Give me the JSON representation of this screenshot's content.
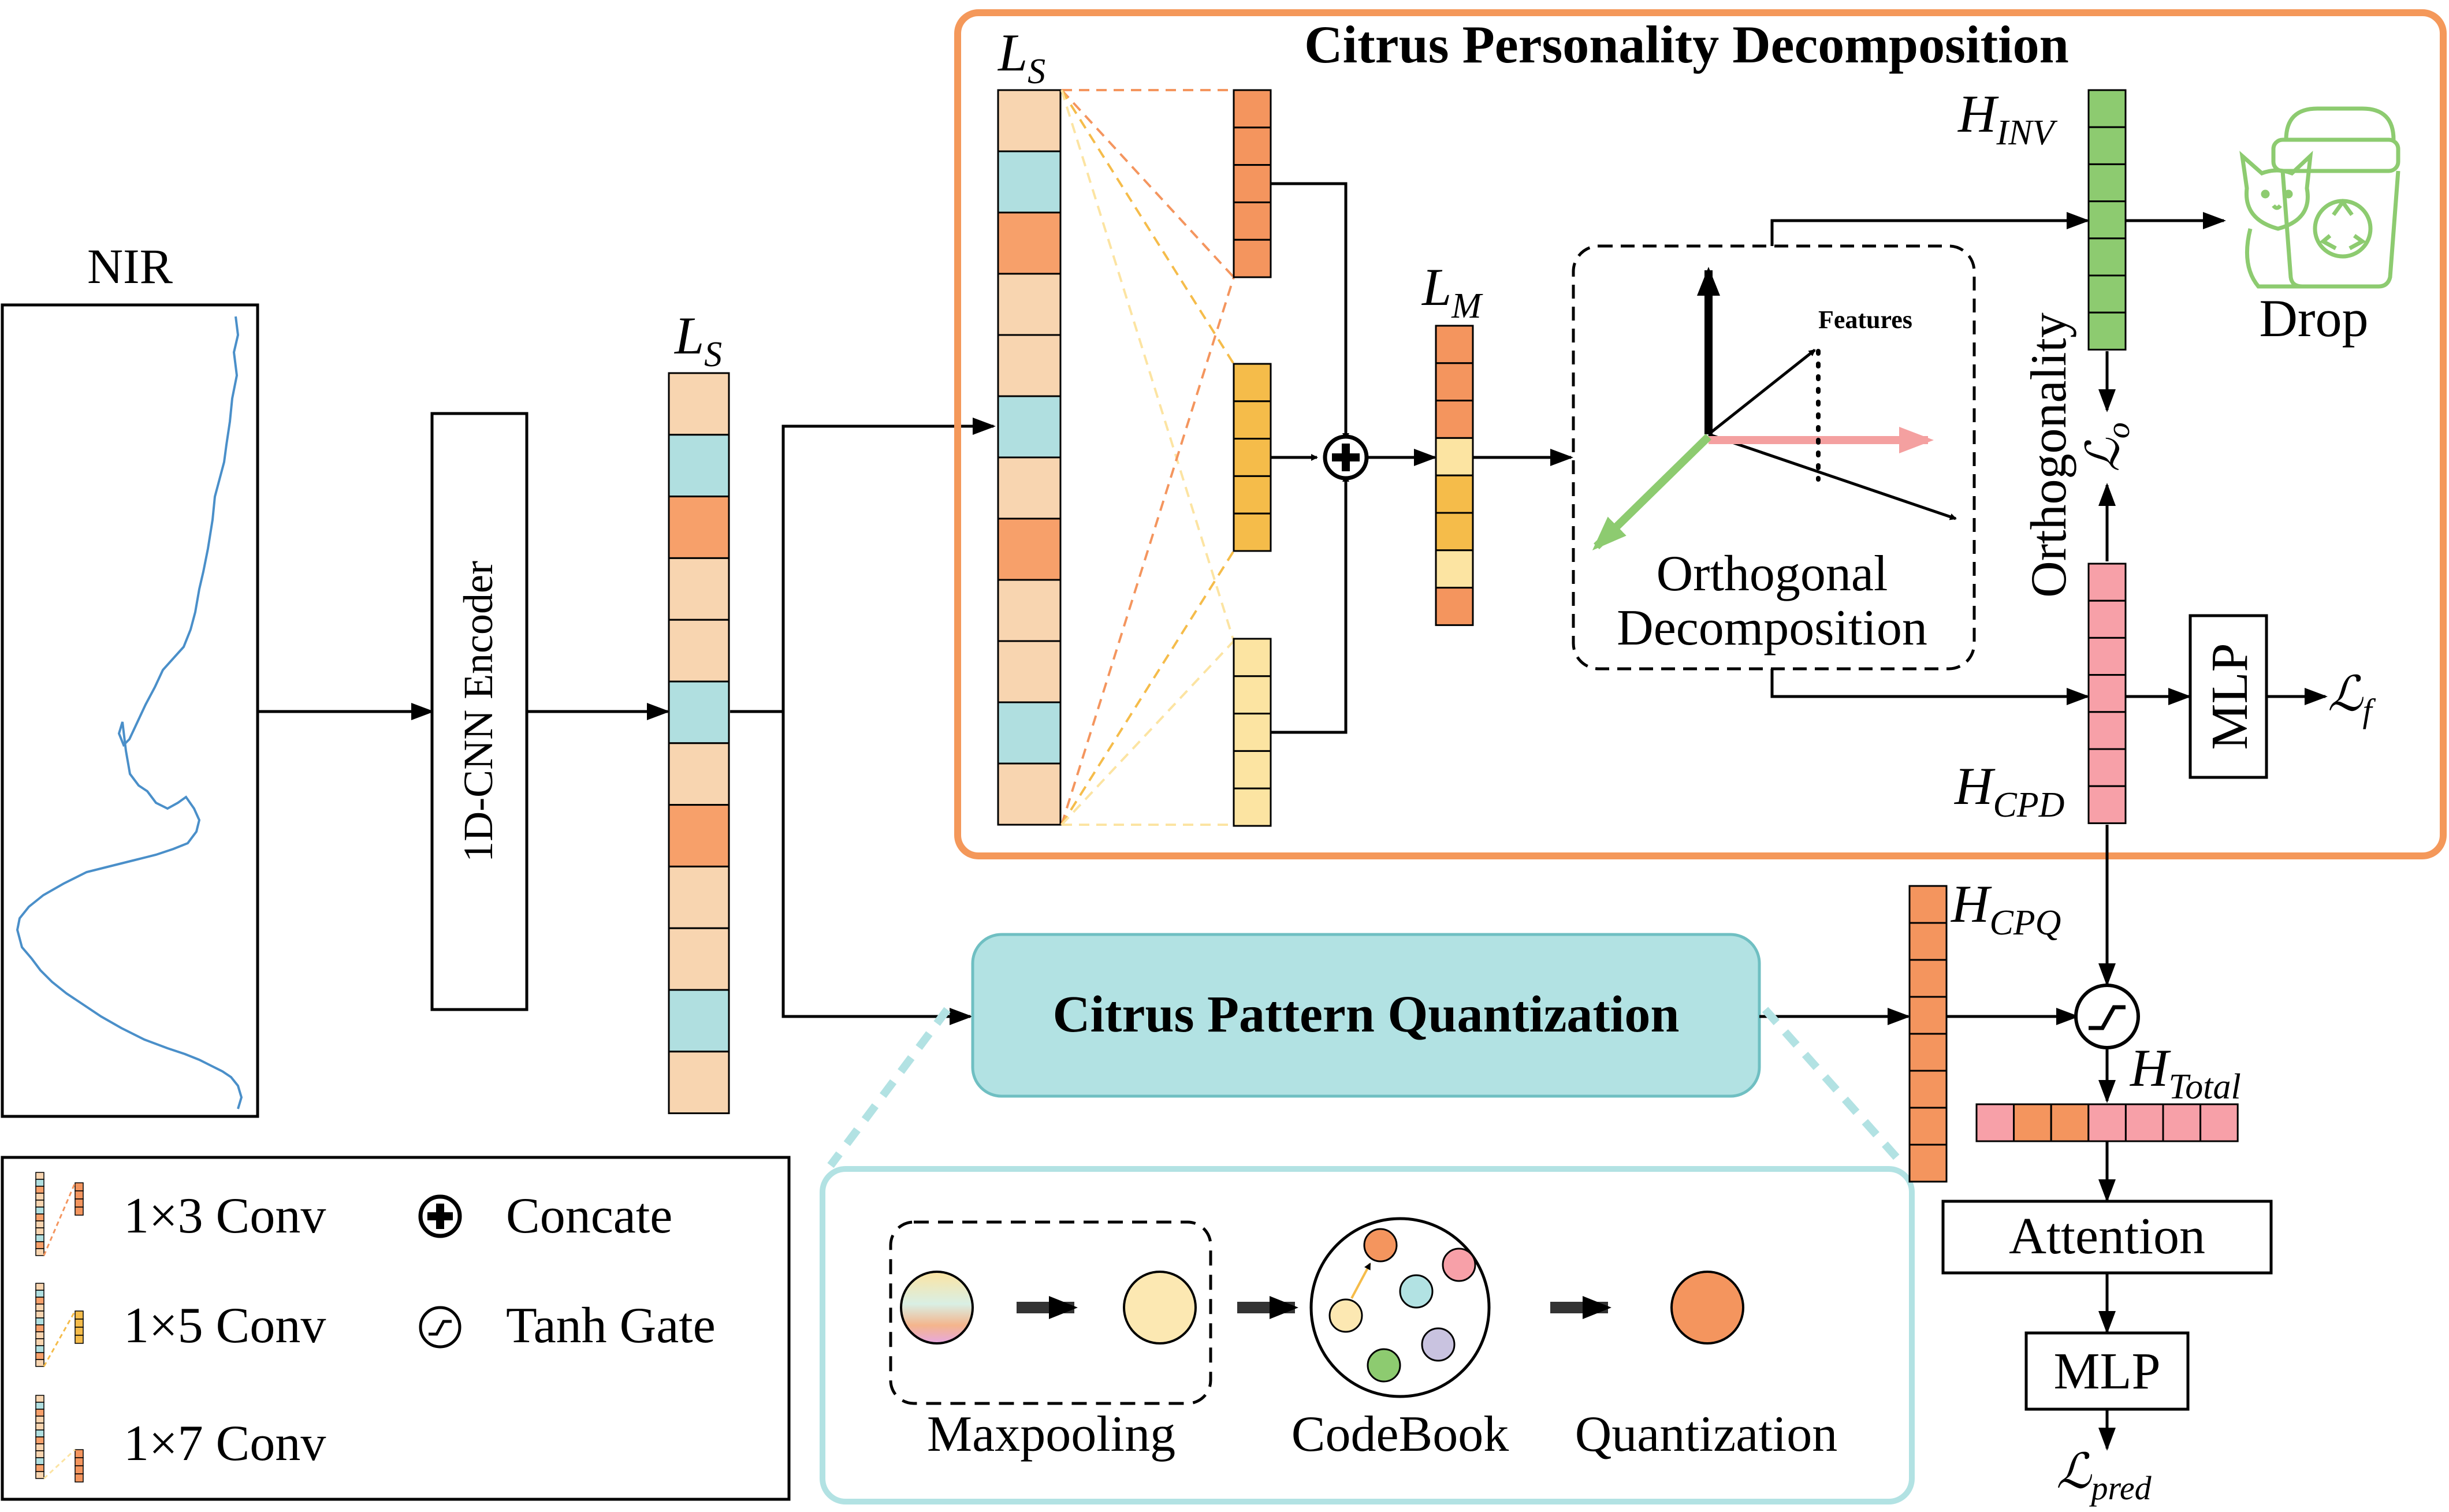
{
  "labels": {
    "nir": "NIR",
    "encoder": "1D-CNN Encoder",
    "ls_main": "L",
    "ls_main_sub": "S",
    "ls_cpd": "L",
    "ls_cpd_sub": "S",
    "lm": "L",
    "lm_sub": "M",
    "cpd_title": "Citrus Personality Decomposition",
    "cpq_title": "Citrus Pattern Quantization",
    "features": "Features",
    "orth_decomp_line1": "Orthogonal",
    "orth_decomp_line2": "Decomposition",
    "orthogonality": "Orthogonality",
    "loss_o": "ℒ",
    "loss_o_sub": "o",
    "h_inv": "H",
    "h_inv_sub": "INV",
    "drop": "Drop",
    "h_cpd": "H",
    "h_cpd_sub": "CPD",
    "mlp1": "MLP",
    "loss_f": "ℒ",
    "loss_f_sub": "f",
    "h_cpq": "H",
    "h_cpq_sub": "CPQ",
    "h_total": "H",
    "h_total_sub": "Total",
    "attention": "Attention",
    "mlp2": "MLP",
    "loss_pred": "ℒ",
    "loss_pred_sub": "pred",
    "maxpooling": "Maxpooling",
    "codebook": "CodeBook",
    "quantization": "Quantization"
  },
  "legend": {
    "conv3": "1×3 Conv",
    "conv5": "1×5 Conv",
    "conv7": "1×7 Conv",
    "concate": "Concate",
    "tanh_gate": "Tanh Gate"
  },
  "colors": {
    "peach": "#F8D5B0",
    "cyan": "#B0DFE0",
    "orange": "#F7A06A",
    "dark_orange": "#F4955E",
    "yellow_orange": "#F5BC4A",
    "light_yellow": "#FCE4A2",
    "green": "#8DCB70",
    "pink": "#F7A0A8",
    "cpd_border": "#F4985A",
    "cpq_fill": "#B2E2E3",
    "cpq_border": "#6FBFC2",
    "nir_curve": "#4A8FC9",
    "drop_green": "#8DCB70"
  }
}
